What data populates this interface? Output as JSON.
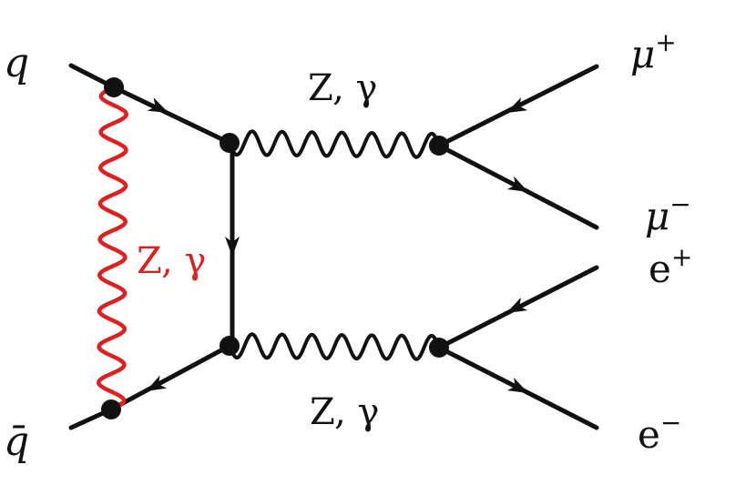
{
  "colors": {
    "line": "#111111",
    "loop_boson": "#e02020"
  },
  "labels": {
    "q": "q",
    "qbar": "q̄",
    "boson_top": "Z, γ",
    "boson_bottom": "Z, γ",
    "boson_loop": "Z, γ",
    "mu_plus": {
      "base": "μ",
      "sup": "+"
    },
    "mu_minus": {
      "base": "μ",
      "sup": "−"
    },
    "e_plus": {
      "base": "e",
      "sup": "+"
    },
    "e_minus": {
      "base": "e",
      "sup": "−"
    }
  }
}
